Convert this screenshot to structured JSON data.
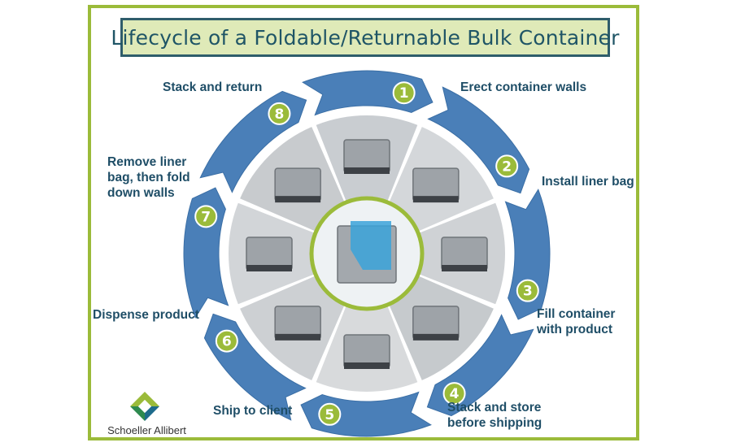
{
  "title": "Lifecycle of a Foldable/Returnable Bulk Container",
  "steps": [
    {
      "number": "1",
      "label": "Erect container walls"
    },
    {
      "number": "2",
      "label": "Install liner bag"
    },
    {
      "number": "3",
      "label": "Fill container with product"
    },
    {
      "number": "4",
      "label": "Stack and store before shipping"
    },
    {
      "number": "5",
      "label": "Ship to client"
    },
    {
      "number": "6",
      "label": "Dispense product"
    },
    {
      "number": "7",
      "label": "Remove liner bag, then fold down walls"
    },
    {
      "number": "8",
      "label": "Stack and return"
    }
  ],
  "brand": {
    "name": "Schoeller Allibert"
  },
  "colors": {
    "frame": "#9bbb3a",
    "arrow": "#4a7fb8",
    "badge": "#9bbb3a",
    "label": "#1f4e67",
    "title_bg": "#dfeab8"
  }
}
